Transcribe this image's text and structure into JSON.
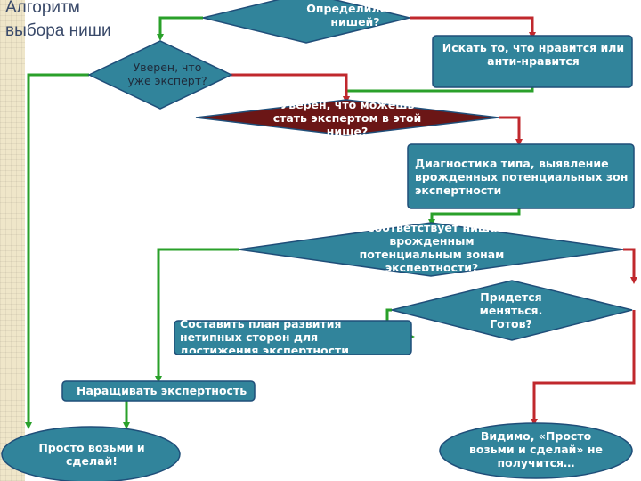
{
  "title": "Алгоритм выбора ниши",
  "nodes": {
    "q_niche": "Определился с нишей?",
    "search": "Искать то, что нравится или анти-нравится",
    "q_expert": "Уверен, что уже эксперт?",
    "q_can_expert": "Уверен, что можешь стать экспертом в этой нише?",
    "diagnostics": "Диагностика типа, выявление врожденных потенциальных зон экспертности",
    "q_match": "Соответствует ниша врожденным потенциальным зонам экспертности?",
    "plan": "Составить план развития нетипных сторон для достижения экспертности",
    "q_change": "Придется меняться. Готов?",
    "grow": "Наращивать экспертность",
    "just_do": "Просто возьми и сделай!",
    "fail": "Видимо, «Просто возьми и сделай» не получится…"
  },
  "colors": {
    "teal": "#31849b",
    "dark_red": "#6b1616",
    "green_arrow": "#2aa02a",
    "red_arrow": "#c0282d",
    "border": "#1f4e79"
  }
}
